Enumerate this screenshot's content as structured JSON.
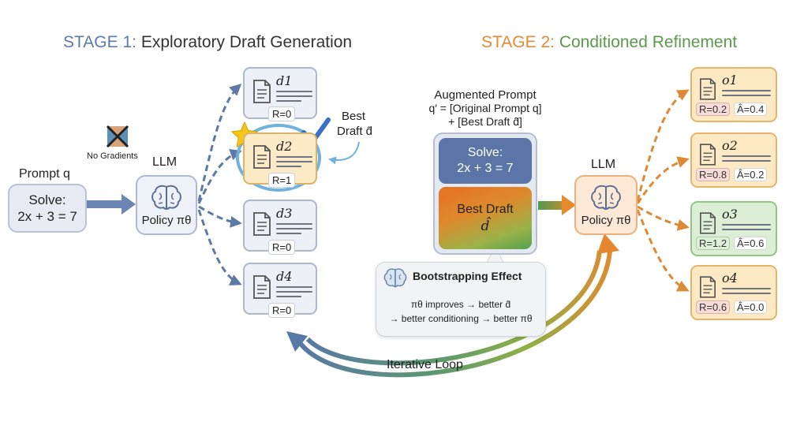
{
  "stage1": {
    "prefix": "STAGE 1:",
    "rest": " Exploratory Draft Generation"
  },
  "stage2": {
    "prefix": "STAGE 2:",
    "rest": " Conditioned Refinement"
  },
  "prompt": {
    "label": "Prompt q",
    "line1": "Solve:",
    "line2": "2x + 3 = 7"
  },
  "no_gradients": "No Gradients",
  "llm1": {
    "label": "LLM",
    "policy": "Policy πθ"
  },
  "drafts": [
    {
      "name": "d1",
      "reward": "R=0"
    },
    {
      "name": "d2",
      "reward": "R=1"
    },
    {
      "name": "d3",
      "reward": "R=0"
    },
    {
      "name": "d4",
      "reward": "R=0"
    }
  ],
  "best_draft": {
    "line1": "Best",
    "line2": "Draft d̂"
  },
  "augmented": {
    "title": "Augmented Prompt",
    "line2": "q′ = [Original Prompt q]",
    "line3": "+ [Best Draft d̂]",
    "solve1": "Solve:",
    "solve2": "2x + 3 = 7",
    "bd_label": "Best Draft",
    "bd_symbol": "d̂"
  },
  "bootstrap": {
    "title": "Bootstrapping Effect",
    "line1": "πθ improves → better d̂",
    "line2": "→ better conditioning → better πθ"
  },
  "iterative_loop": "Iterative Loop",
  "llm2": {
    "label": "LLM",
    "policy": "Policy πθ"
  },
  "outputs": [
    {
      "name": "o1",
      "reward": "R=0.2",
      "adv": "Â=0.4"
    },
    {
      "name": "o2",
      "reward": "R=0.8",
      "adv": "Â=0.2"
    },
    {
      "name": "o3",
      "reward": "R=1.2",
      "adv": "Â=0.6"
    },
    {
      "name": "o4",
      "reward": "R=0.6",
      "adv": "Â=0.0"
    }
  ],
  "colors": {
    "stage1_blue": "#5b7ba8",
    "stage2_orange": "#e38a35",
    "stage2_green": "#5b9a4a",
    "highlight_blue": "#6fb2de"
  }
}
